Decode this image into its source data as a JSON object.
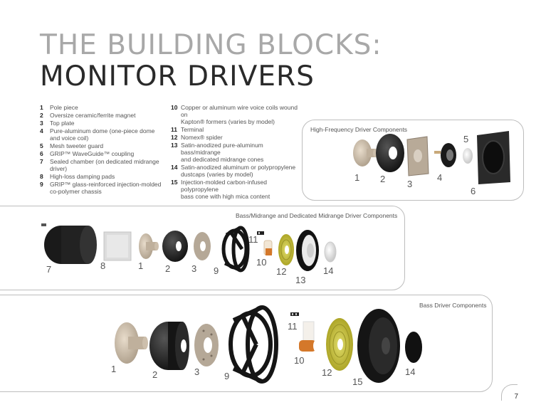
{
  "title": {
    "line1": "THE BUILDING BLOCKS:",
    "line2": "MONITOR DRIVERS"
  },
  "legend": {
    "col1": [
      {
        "num": "1",
        "text": "Pole piece"
      },
      {
        "num": "2",
        "text": "Oversize ceramic/ferrite magnet"
      },
      {
        "num": "3",
        "text": "Top plate"
      },
      {
        "num": "4",
        "text": "Pure-aluminum dome (one-piece dome\nand voice coil)"
      },
      {
        "num": "5",
        "text": "Mesh tweeter guard"
      },
      {
        "num": "6",
        "text": "GRIP™ WaveGuide™ coupling"
      },
      {
        "num": "7",
        "text": "Sealed chamber (on dedicated midrange driver)"
      },
      {
        "num": "8",
        "text": "High-loss damping pads"
      },
      {
        "num": "9",
        "text": "GRIP™ glass-reinforced injection-molded\nco-polymer chassis"
      }
    ],
    "col2": [
      {
        "num": "10",
        "text": "Copper or aluminum wire voice coils wound on\nKapton® formers (varies by model)"
      },
      {
        "num": "11",
        "text": "Terminal"
      },
      {
        "num": "12",
        "text": "Nomex® spider"
      },
      {
        "num": "13",
        "text": "Satin-anodized pure-aluminum bass/midrange\nand dedicated midrange cones"
      },
      {
        "num": "14",
        "text": "Satin-anodized aluminum or polypropylene\ndustcaps (varies by model)"
      },
      {
        "num": "15",
        "text": "Injection-molded carbon-infused polypropylene\nbass cone with high mica content"
      }
    ]
  },
  "panels": {
    "hf": {
      "title": "High-Frequency Driver Components",
      "labels": [
        "1",
        "2",
        "3",
        "4",
        "5",
        "6"
      ]
    },
    "mid": {
      "title": "Bass/Midrange and Dedicated Midrange Driver Components",
      "labels": [
        "7",
        "8",
        "1",
        "2",
        "3",
        "9",
        "11",
        "10",
        "12",
        "13",
        "14"
      ]
    },
    "bass": {
      "title": "Bass Driver Components",
      "labels": [
        "1",
        "2",
        "3",
        "9",
        "11",
        "10",
        "12",
        "15",
        "14"
      ]
    }
  },
  "page_number": "7",
  "colors": {
    "title_gray": "#a8a8a8",
    "title_dark": "#2a2a2a",
    "panel_border": "#bdbdbd",
    "spider_yellow": "#c8c832",
    "coil_orange": "#d4782a"
  }
}
